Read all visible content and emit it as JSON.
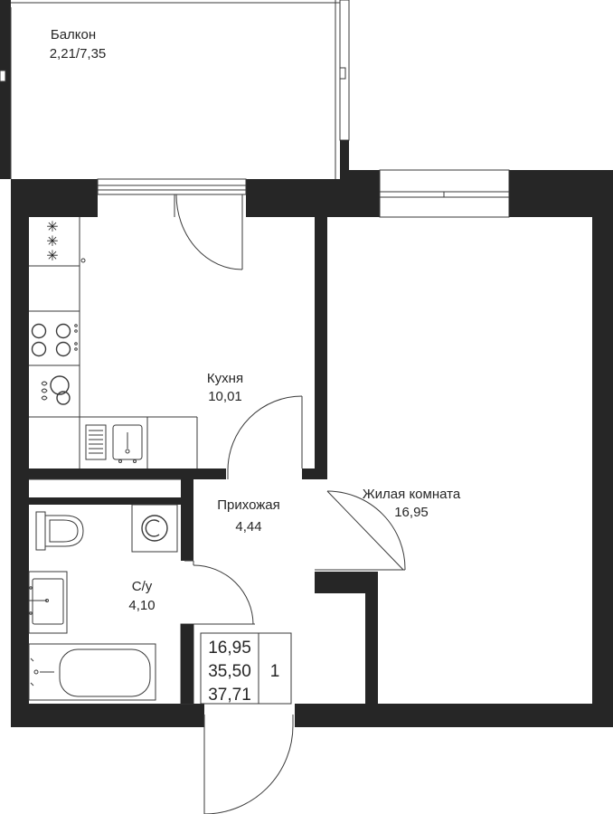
{
  "plan": {
    "rooms": [
      {
        "id": "balcony",
        "name": "Балкон",
        "area": "2,21/7,35"
      },
      {
        "id": "kitchen",
        "name": "Кухня",
        "area": "10,01"
      },
      {
        "id": "hallway",
        "name": "Прихожая",
        "area": "4,44"
      },
      {
        "id": "living",
        "name": "Жилая комната",
        "area": "16,95"
      },
      {
        "id": "bathroom",
        "name": "С/у",
        "area": "4,10"
      }
    ],
    "summary": {
      "living_area": "16,95",
      "total_area": "35,50",
      "total_with_balcony": "37,71",
      "rooms_count": "1"
    }
  },
  "colors": {
    "wall": "#262626",
    "line": "#3a3a3a",
    "background": "#ffffff"
  }
}
